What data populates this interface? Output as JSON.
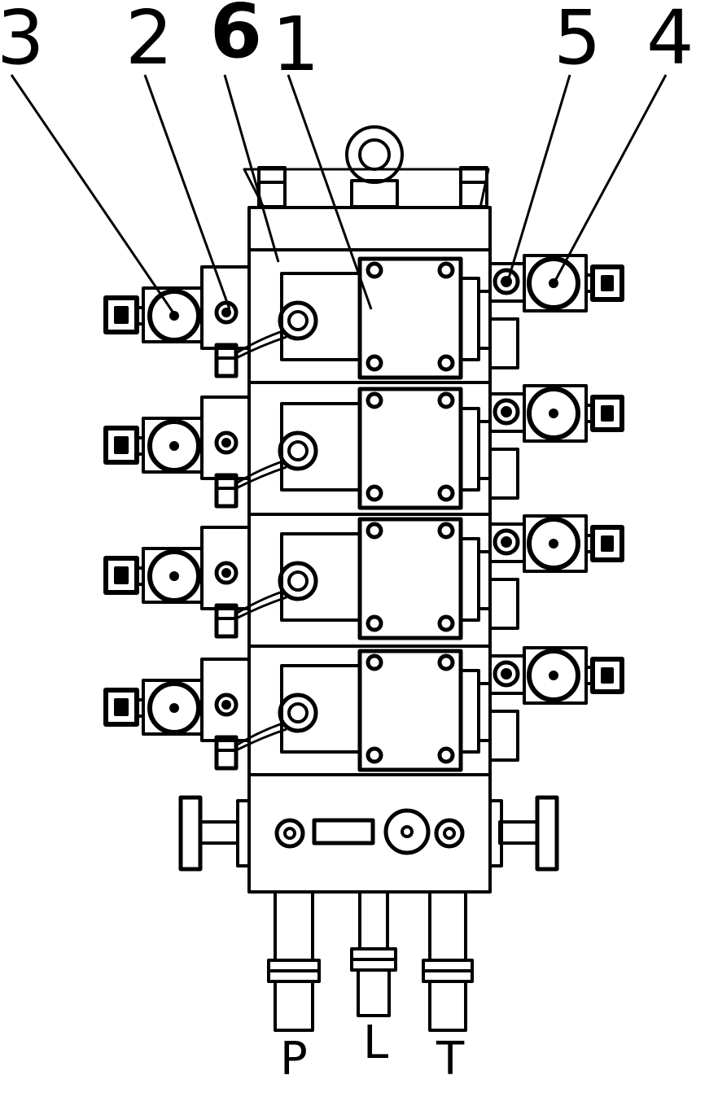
{
  "callouts": {
    "c3": "3",
    "c2": "2",
    "c6": "6",
    "c1": "1",
    "c5": "5",
    "c4": "4"
  },
  "ports": {
    "p": "P",
    "l": "L",
    "t": "T"
  },
  "colors": {
    "line": "#000000",
    "background": "#ffffff"
  }
}
